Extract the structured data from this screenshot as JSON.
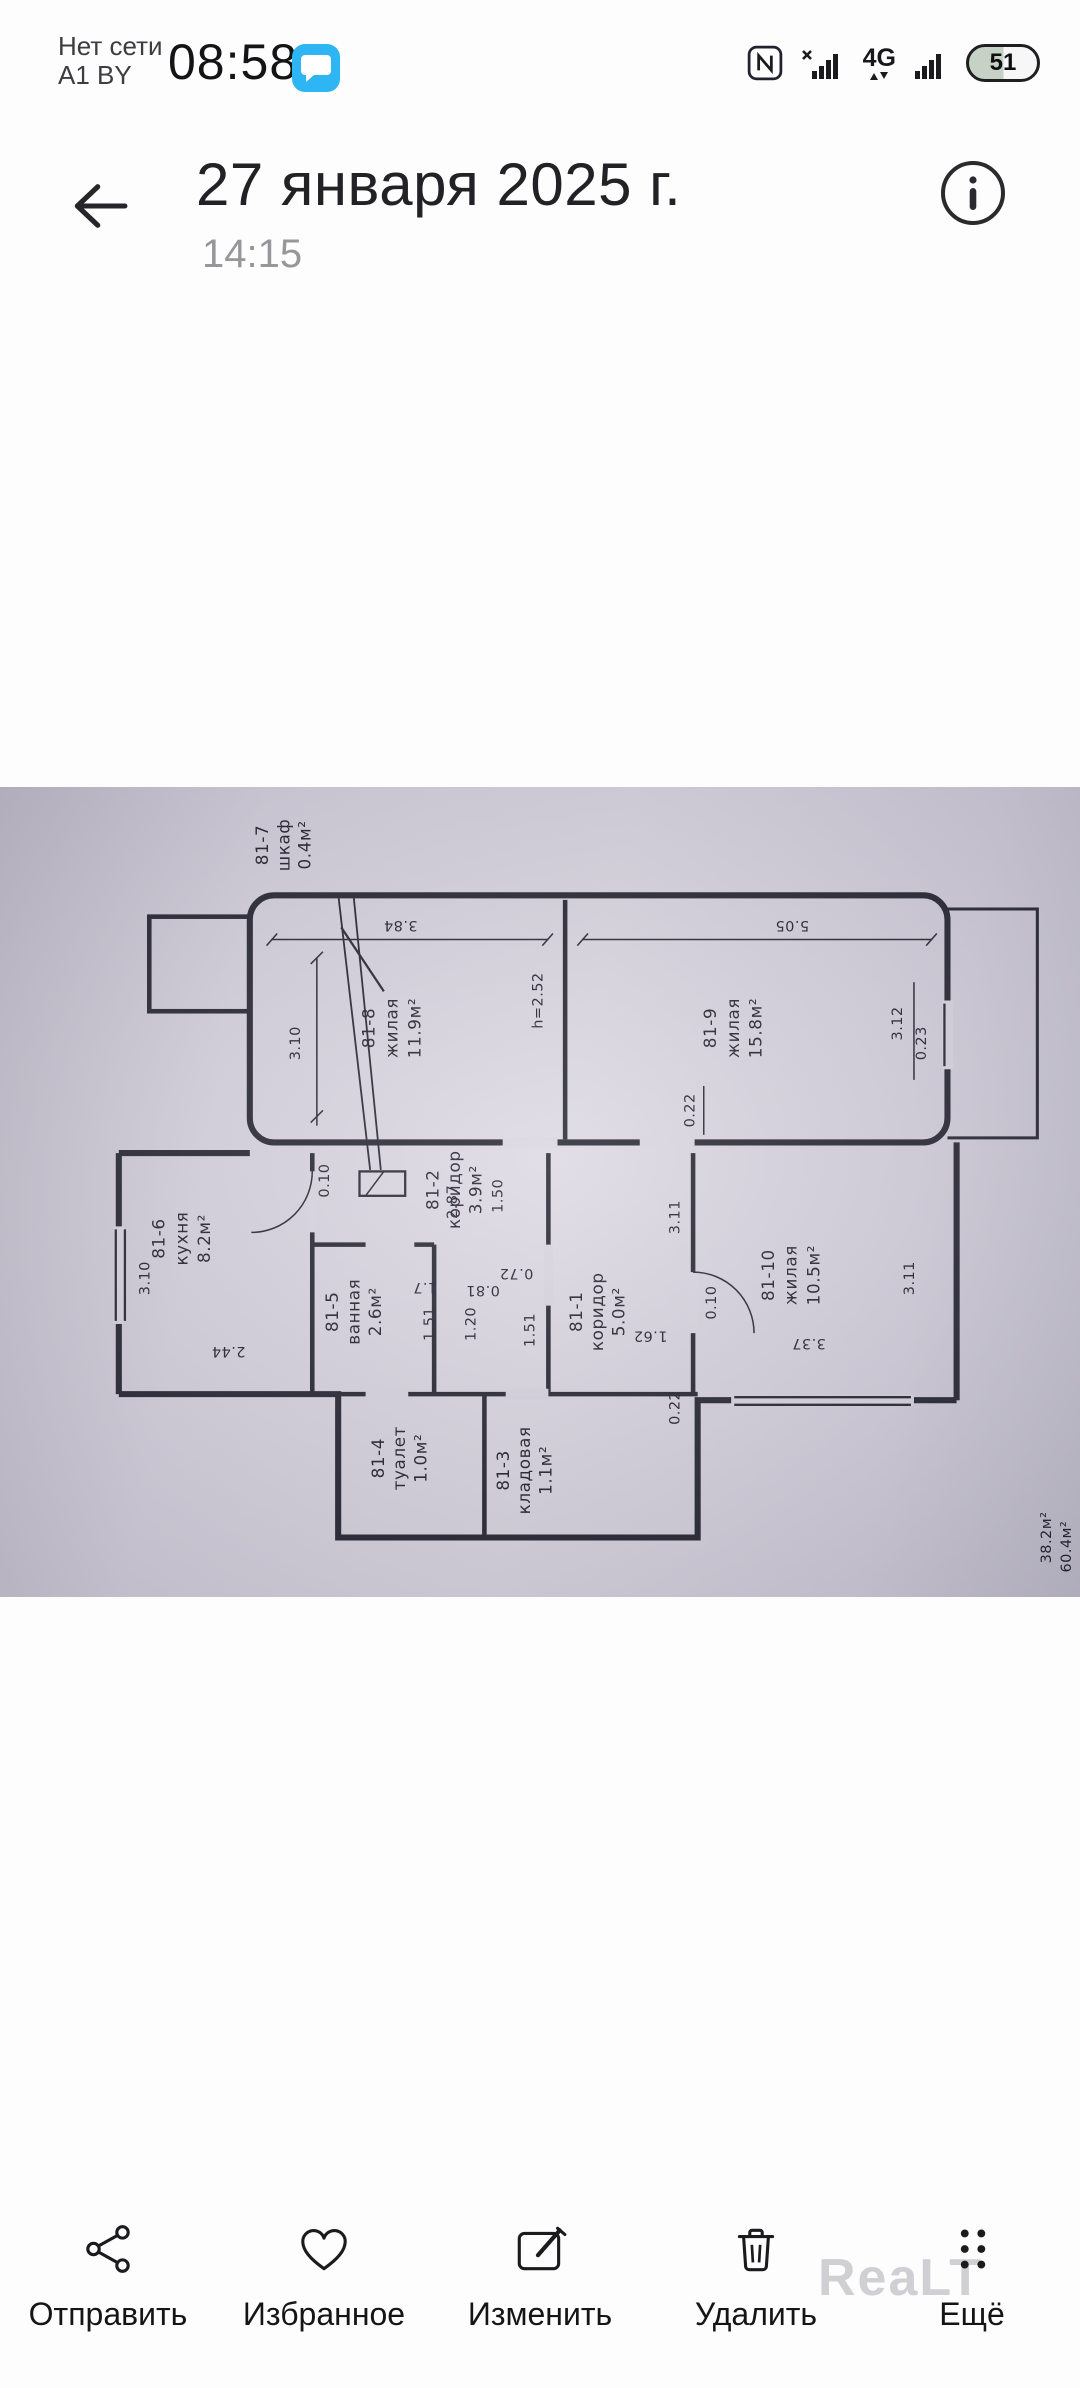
{
  "status": {
    "no_network": "Нет сети",
    "carrier": "A1 BY",
    "time": "08:58",
    "network_badge": "4G",
    "battery_percent": "51"
  },
  "header": {
    "title": "27 января 2025 г.",
    "time": "14:15"
  },
  "photo": {
    "watermark": "ReaLT",
    "plan": {
      "ceiling_height": "h=2.52",
      "rooms": [
        {
          "id": "81-7",
          "type": "шкаф",
          "area": "0.4м²"
        },
        {
          "id": "81-8",
          "type": "жилая",
          "area": "11.9м²"
        },
        {
          "id": "81-9",
          "type": "жилая",
          "area": "15.8м²"
        },
        {
          "id": "81-6",
          "type": "кухня",
          "area": "8.2м²"
        },
        {
          "id": "81-2",
          "type": "коридор",
          "area": "3.9м²"
        },
        {
          "id": "81-5",
          "type": "ванная",
          "area": "2.6м²"
        },
        {
          "id": "81-1",
          "type": "коридор",
          "area": "5.0м²"
        },
        {
          "id": "81-10",
          "type": "жилая",
          "area": "10.5м²"
        },
        {
          "id": "81-4",
          "type": "туалет",
          "area": "1.0м²"
        },
        {
          "id": "81-3",
          "type": "кладовая",
          "area": "1.1м²"
        }
      ],
      "totals": {
        "living_area": "38.2м²",
        "total_area": "60.4м²"
      },
      "dims": [
        "3.84",
        "5.05",
        "3.10",
        "3.12",
        "0.23",
        "0.22",
        "0.10",
        "2.87",
        "1.50",
        "3.11",
        "1.7",
        "0.81",
        "0.72",
        "1.51",
        "1.20",
        "1.51",
        "1.62",
        "0.10",
        "2.44",
        "3.37",
        "3.11",
        "0.22",
        "3.10"
      ]
    }
  },
  "toolbar": {
    "items": [
      {
        "label": "Отправить"
      },
      {
        "label": "Избранное"
      },
      {
        "label": "Изменить"
      },
      {
        "label": "Удалить"
      },
      {
        "label": "Ещё"
      }
    ]
  }
}
